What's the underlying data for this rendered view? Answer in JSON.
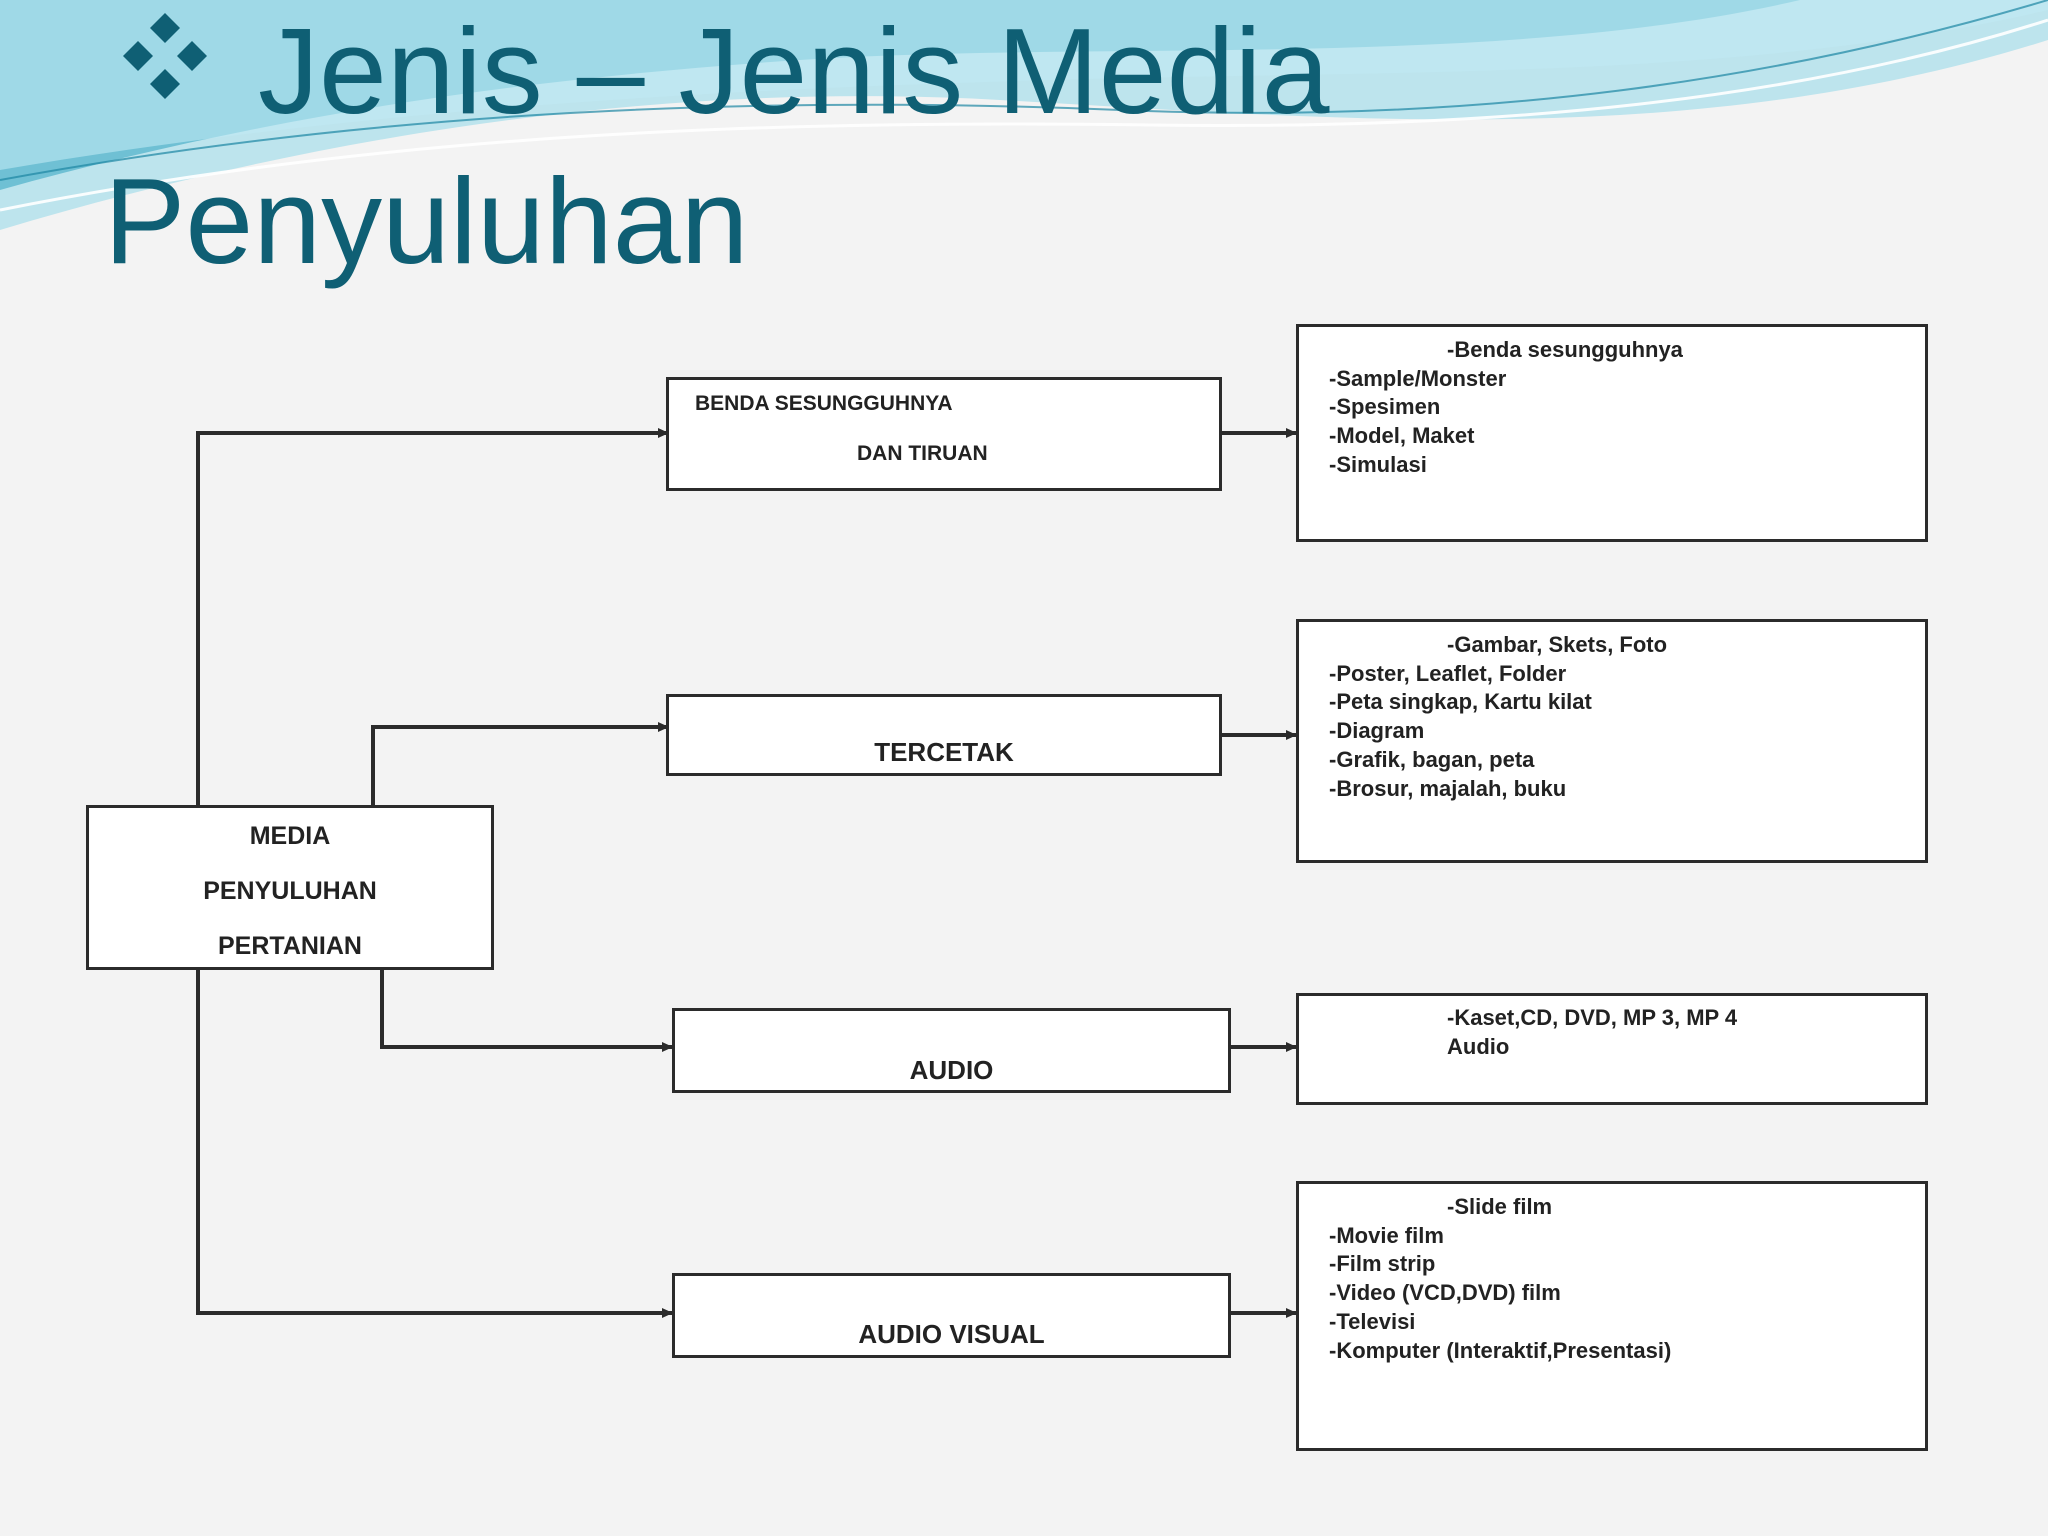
{
  "title": {
    "bullet_icon": "diamond-cluster-icon",
    "line1": "Jenis – Jenis Media",
    "line2": "Penyuluhan"
  },
  "colors": {
    "title": "#0f5f74",
    "wave_dark": "#2fa3bf",
    "wave_light": "#8fd7e8",
    "background": "#f3f3f3"
  },
  "diagram": {
    "root": {
      "lines": [
        "MEDIA",
        "PENYULUHAN",
        "PERTANIAN"
      ]
    },
    "categories": [
      {
        "label_lines": [
          "BENDA SESUNGGUHNYA",
          "DAN TIRUAN"
        ],
        "items": [
          "-Benda sesungguhnya",
          "-Sample/Monster",
          "-Spesimen",
          "-Model, Maket",
          "-Simulasi"
        ]
      },
      {
        "label_lines": [
          "TERCETAK"
        ],
        "items": [
          "-Gambar, Skets, Foto",
          "-Poster, Leaflet, Folder",
          "-Peta singkap, Kartu kilat",
          "-Diagram",
          "-Grafik, bagan, peta",
          "-Brosur, majalah, buku"
        ]
      },
      {
        "label_lines": [
          "AUDIO"
        ],
        "items": [
          "-Kaset,CD, DVD, MP 3, MP 4",
          "Audio"
        ]
      },
      {
        "label_lines": [
          "AUDIO VISUAL"
        ],
        "items": [
          "-Slide film",
          "-Movie film",
          "-Film strip",
          "-Video (VCD,DVD) film",
          "-Televisi",
          "-Komputer (Interaktif,Presentasi)"
        ]
      }
    ]
  }
}
